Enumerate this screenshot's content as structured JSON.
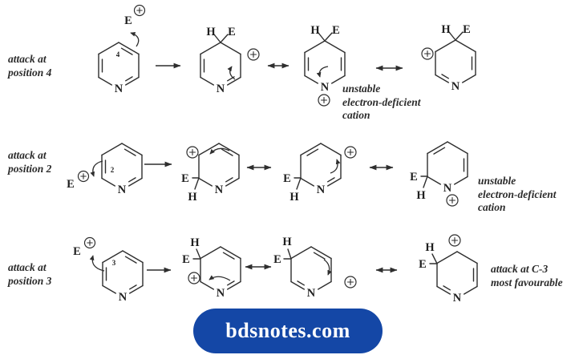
{
  "diagram": {
    "title_hint": "electrophilic attack on pyridine resonance structures",
    "rows": [
      {
        "caption": "attack at\nposition 4",
        "note": "unstable\nelectron-deficient\ncation"
      },
      {
        "caption": "attack at\nposition 2",
        "note": "unstable\nelectron-deficient\ncation"
      },
      {
        "caption": "attack at\nposition 3",
        "note": "attack at C-3\nmost favourable"
      }
    ]
  },
  "labels": {
    "N": "N",
    "E": "E",
    "H": "H",
    "position_4": "4",
    "position_2": "2",
    "position_3": "3"
  },
  "charge_icon": "circled-plus",
  "watermark": {
    "text": "bdsnotes.com",
    "background": "#1447a6",
    "text_color": "#ffffff"
  },
  "colors": {
    "line": "#2e2e2e",
    "text": "#2b2b2b",
    "background": "#ffffff"
  }
}
